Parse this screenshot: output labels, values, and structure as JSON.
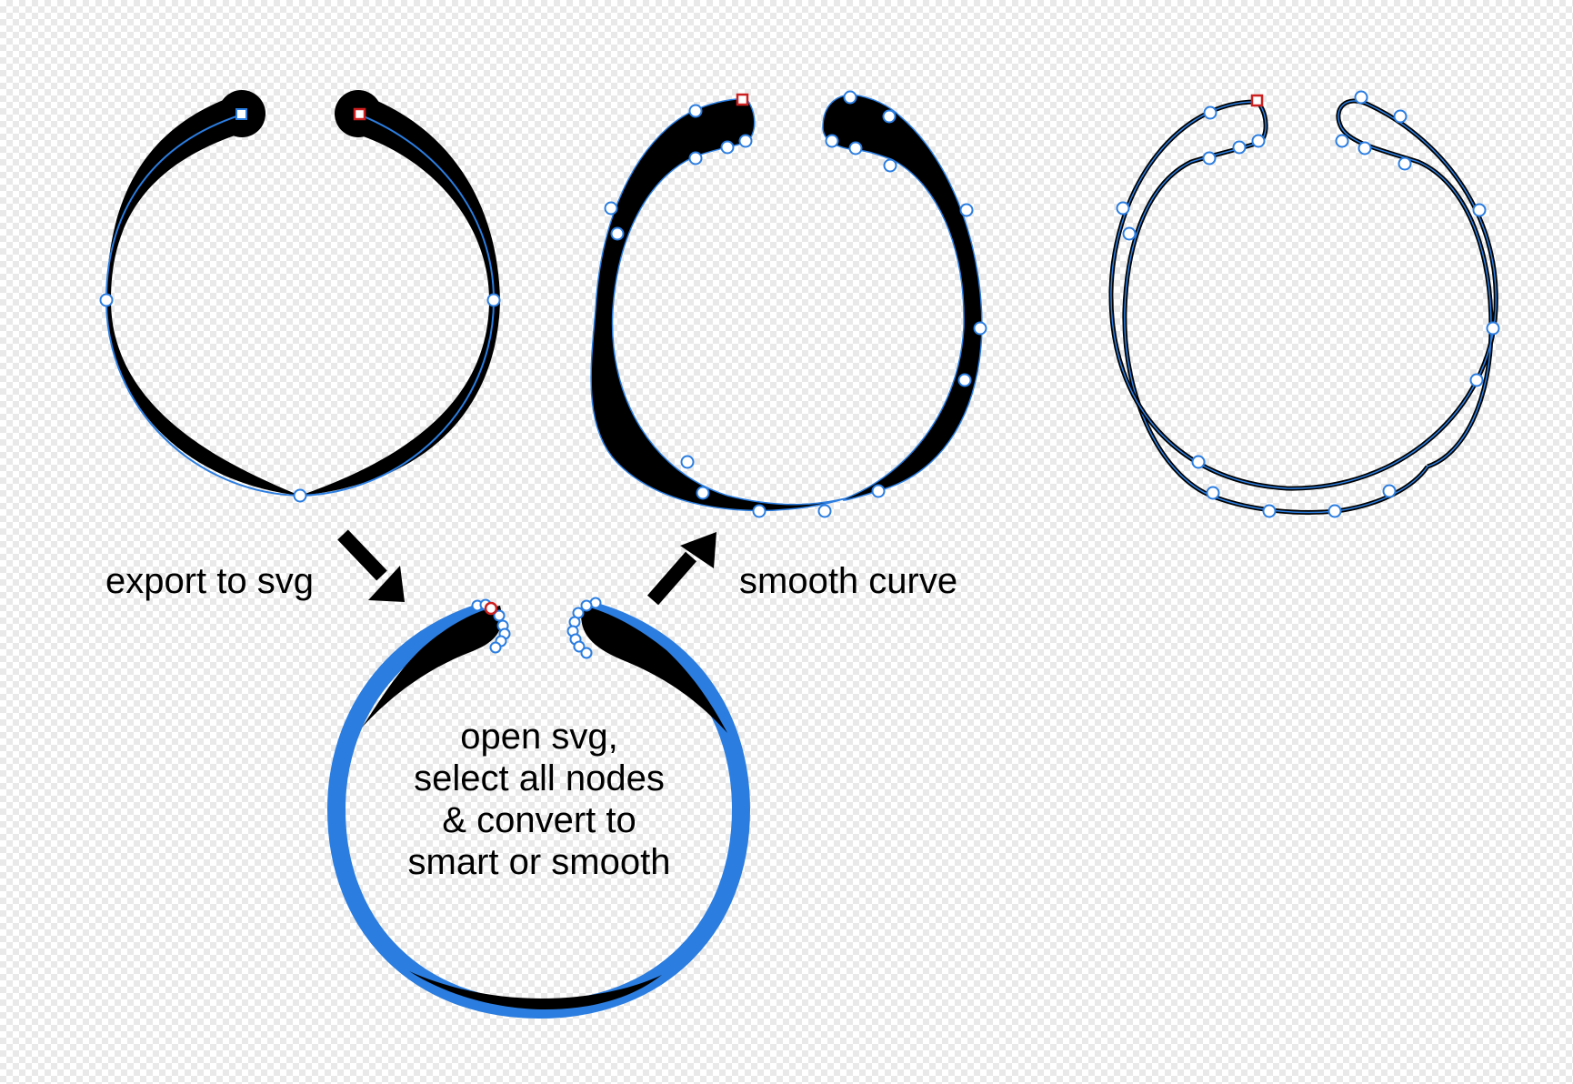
{
  "captions": {
    "export": "export to svg",
    "smooth": "smooth curve",
    "open_lines": [
      "open svg,",
      "select all nodes",
      "& convert to",
      "smart or smooth"
    ]
  },
  "colors": {
    "stroke_fill": "#000000",
    "path_outline": "#2b7de0",
    "node_fill": "#ffffff",
    "node_stroke": "#2b7de0",
    "start_node": "#cc1f1f",
    "converted_ring": "#2b7de0"
  },
  "icons": [
    "arrow-down-right-icon",
    "arrow-up-right-icon"
  ]
}
